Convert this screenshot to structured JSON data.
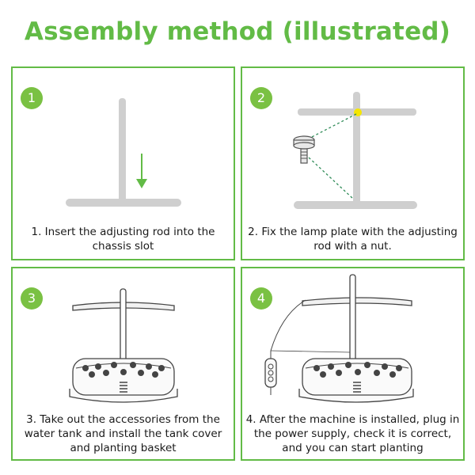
{
  "title": "Assembly method (illustrated)",
  "steps": [
    {
      "number": "1",
      "caption": "1. Insert the adjusting rod into the chassis slot"
    },
    {
      "number": "2",
      "caption": "2. Fix the lamp plate with the adjusting rod with a nut."
    },
    {
      "number": "3",
      "caption": "3. Take out the accessories from the water tank and install the tank cover and planting basket"
    },
    {
      "number": "4",
      "caption": "4. After the machine is installed, plug in the power supply, check it is correct, and you can start planting"
    }
  ],
  "colors": {
    "accent": "#62bb46",
    "rod": "#cfcfcf",
    "highlight": "#f5e600"
  }
}
